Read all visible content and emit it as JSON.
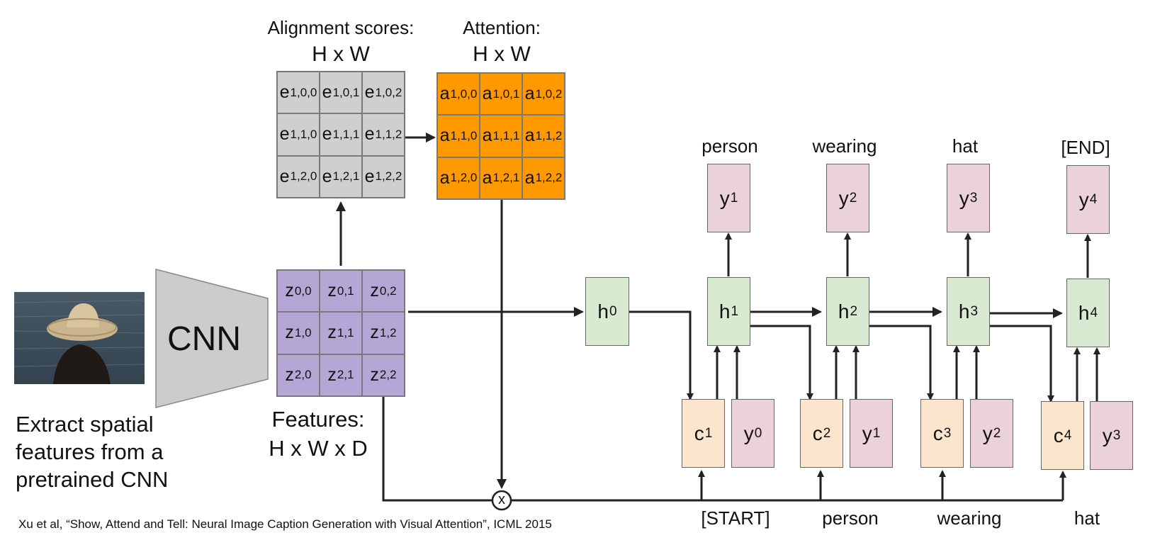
{
  "titles": {
    "alignment_label": "Alignment scores:",
    "alignment_dims": "H x W",
    "attention_label": "Attention:",
    "attention_dims": "H x W",
    "features_label": "Features:",
    "features_dims": "H x W x D",
    "cnn_label": "CNN",
    "extract_line1": "Extract spatial",
    "extract_line2": "features from a",
    "extract_line3": "pretrained CNN"
  },
  "alignment_grid": [
    {
      "base": "e",
      "sub": "1,0,0"
    },
    {
      "base": "e",
      "sub": "1,0,1"
    },
    {
      "base": "e",
      "sub": "1,0,2"
    },
    {
      "base": "e",
      "sub": "1,1,0"
    },
    {
      "base": "e",
      "sub": "1,1,1"
    },
    {
      "base": "e",
      "sub": "1,1,2"
    },
    {
      "base": "e",
      "sub": "1,2,0"
    },
    {
      "base": "e",
      "sub": "1,2,1"
    },
    {
      "base": "e",
      "sub": "1,2,2"
    }
  ],
  "attention_grid": [
    {
      "base": "a",
      "sub": "1,0,0"
    },
    {
      "base": "a",
      "sub": "1,0,1"
    },
    {
      "base": "a",
      "sub": "1,0,2"
    },
    {
      "base": "a",
      "sub": "1,1,0"
    },
    {
      "base": "a",
      "sub": "1,1,1"
    },
    {
      "base": "a",
      "sub": "1,1,2"
    },
    {
      "base": "a",
      "sub": "1,2,0"
    },
    {
      "base": "a",
      "sub": "1,2,1"
    },
    {
      "base": "a",
      "sub": "1,2,2"
    }
  ],
  "features_grid": [
    {
      "base": "z",
      "sub": "0,0"
    },
    {
      "base": "z",
      "sub": "0,1"
    },
    {
      "base": "z",
      "sub": "0,2"
    },
    {
      "base": "z",
      "sub": "1,0"
    },
    {
      "base": "z",
      "sub": "1,1"
    },
    {
      "base": "z",
      "sub": "1,2"
    },
    {
      "base": "z",
      "sub": "2,0"
    },
    {
      "base": "z",
      "sub": "2,1"
    },
    {
      "base": "z",
      "sub": "2,2"
    }
  ],
  "h0": {
    "base": "h",
    "sub": "0"
  },
  "steps": [
    {
      "word_out": "person",
      "y_out": {
        "base": "y",
        "sub": "1"
      },
      "h": {
        "base": "h",
        "sub": "1"
      },
      "c": {
        "base": "c",
        "sub": "1"
      },
      "y_in": {
        "base": "y",
        "sub": "0"
      },
      "word_in": "[START]"
    },
    {
      "word_out": "wearing",
      "y_out": {
        "base": "y",
        "sub": "2"
      },
      "h": {
        "base": "h",
        "sub": "2"
      },
      "c": {
        "base": "c",
        "sub": "2"
      },
      "y_in": {
        "base": "y",
        "sub": "1"
      },
      "word_in": "person"
    },
    {
      "word_out": "hat",
      "y_out": {
        "base": "y",
        "sub": "3"
      },
      "h": {
        "base": "h",
        "sub": "3"
      },
      "c": {
        "base": "c",
        "sub": "3"
      },
      "y_in": {
        "base": "y",
        "sub": "2"
      },
      "word_in": "wearing"
    },
    {
      "word_out": "[END]",
      "y_out": {
        "base": "y",
        "sub": "4"
      },
      "h": {
        "base": "h",
        "sub": "4"
      },
      "c": {
        "base": "c",
        "sub": "4"
      },
      "y_in": {
        "base": "y",
        "sub": "3"
      },
      "word_in": "hat"
    }
  ],
  "multiply_symbol": "x",
  "citation": "Xu et al, “Show, Attend and Tell: Neural Image Caption Generation with Visual Attention”, ICML 2015",
  "colors": {
    "alignment": "#cfcfcf",
    "attention": "#ff9900",
    "features": "#b4a7d6",
    "hidden": "#d9ead3",
    "context": "#fce5cd",
    "token": "#ead1dc"
  }
}
